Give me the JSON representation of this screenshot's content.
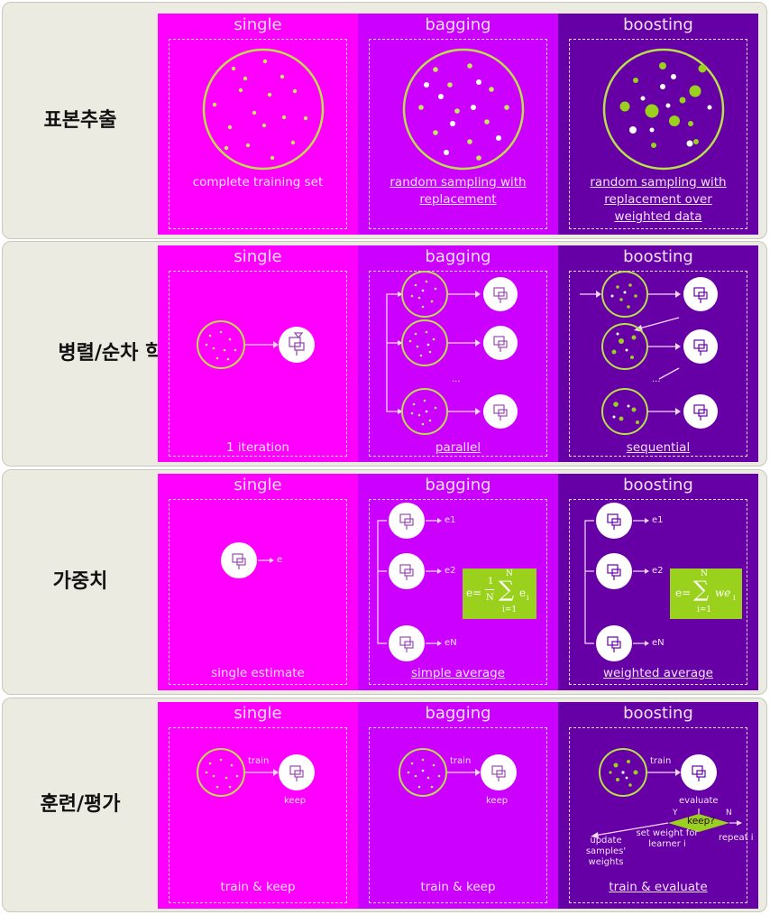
{
  "panel_titles": {
    "single": "single",
    "bagging": "bagging",
    "boosting": "boosting"
  },
  "rows": [
    {
      "label": "표본추출",
      "single_caption": "complete training set",
      "bagging_caption": "random sampling with replacement",
      "boosting_caption": "random sampling with replacement over weighted data"
    },
    {
      "label": "병렬/순차 학습",
      "single_caption": "1 iteration",
      "bagging_caption": "parallel",
      "boosting_caption": "sequential",
      "ellipsis": "..."
    },
    {
      "label": "가중치",
      "single_caption": "single estimate",
      "bagging_caption": "simple average",
      "boosting_caption": "weighted average",
      "single_output": "e",
      "outputs": [
        "e1",
        "e2",
        "eN"
      ],
      "bagging_formula": {
        "lhs": "e=",
        "frac_num": "1",
        "frac_den": "N",
        "sum_top": "N",
        "sum_bottom": "i=1",
        "term": "e",
        "sub": "i"
      },
      "boosting_formula": {
        "lhs": "e=",
        "sum_top": "N",
        "sum_bottom": "i=1",
        "term": "we",
        "sub": "i"
      }
    },
    {
      "label": "훈련/평가",
      "single_caption": "train & keep",
      "bagging_caption": "train & keep",
      "boosting_caption": "train & evaluate",
      "train": "train",
      "keep": "keep",
      "evaluate": "evaluate",
      "keep_q": "keep?",
      "yes": "Y",
      "no": "N",
      "update": "update samples' weights",
      "set_weight": "set weight for learner i",
      "repeat": "repeat i"
    }
  ],
  "colors": {
    "single": "#ff00ff",
    "bagging": "#cc00ff",
    "boosting": "#6600a6",
    "accent": "#9ad11c",
    "row_bg": "#ecebe2"
  }
}
